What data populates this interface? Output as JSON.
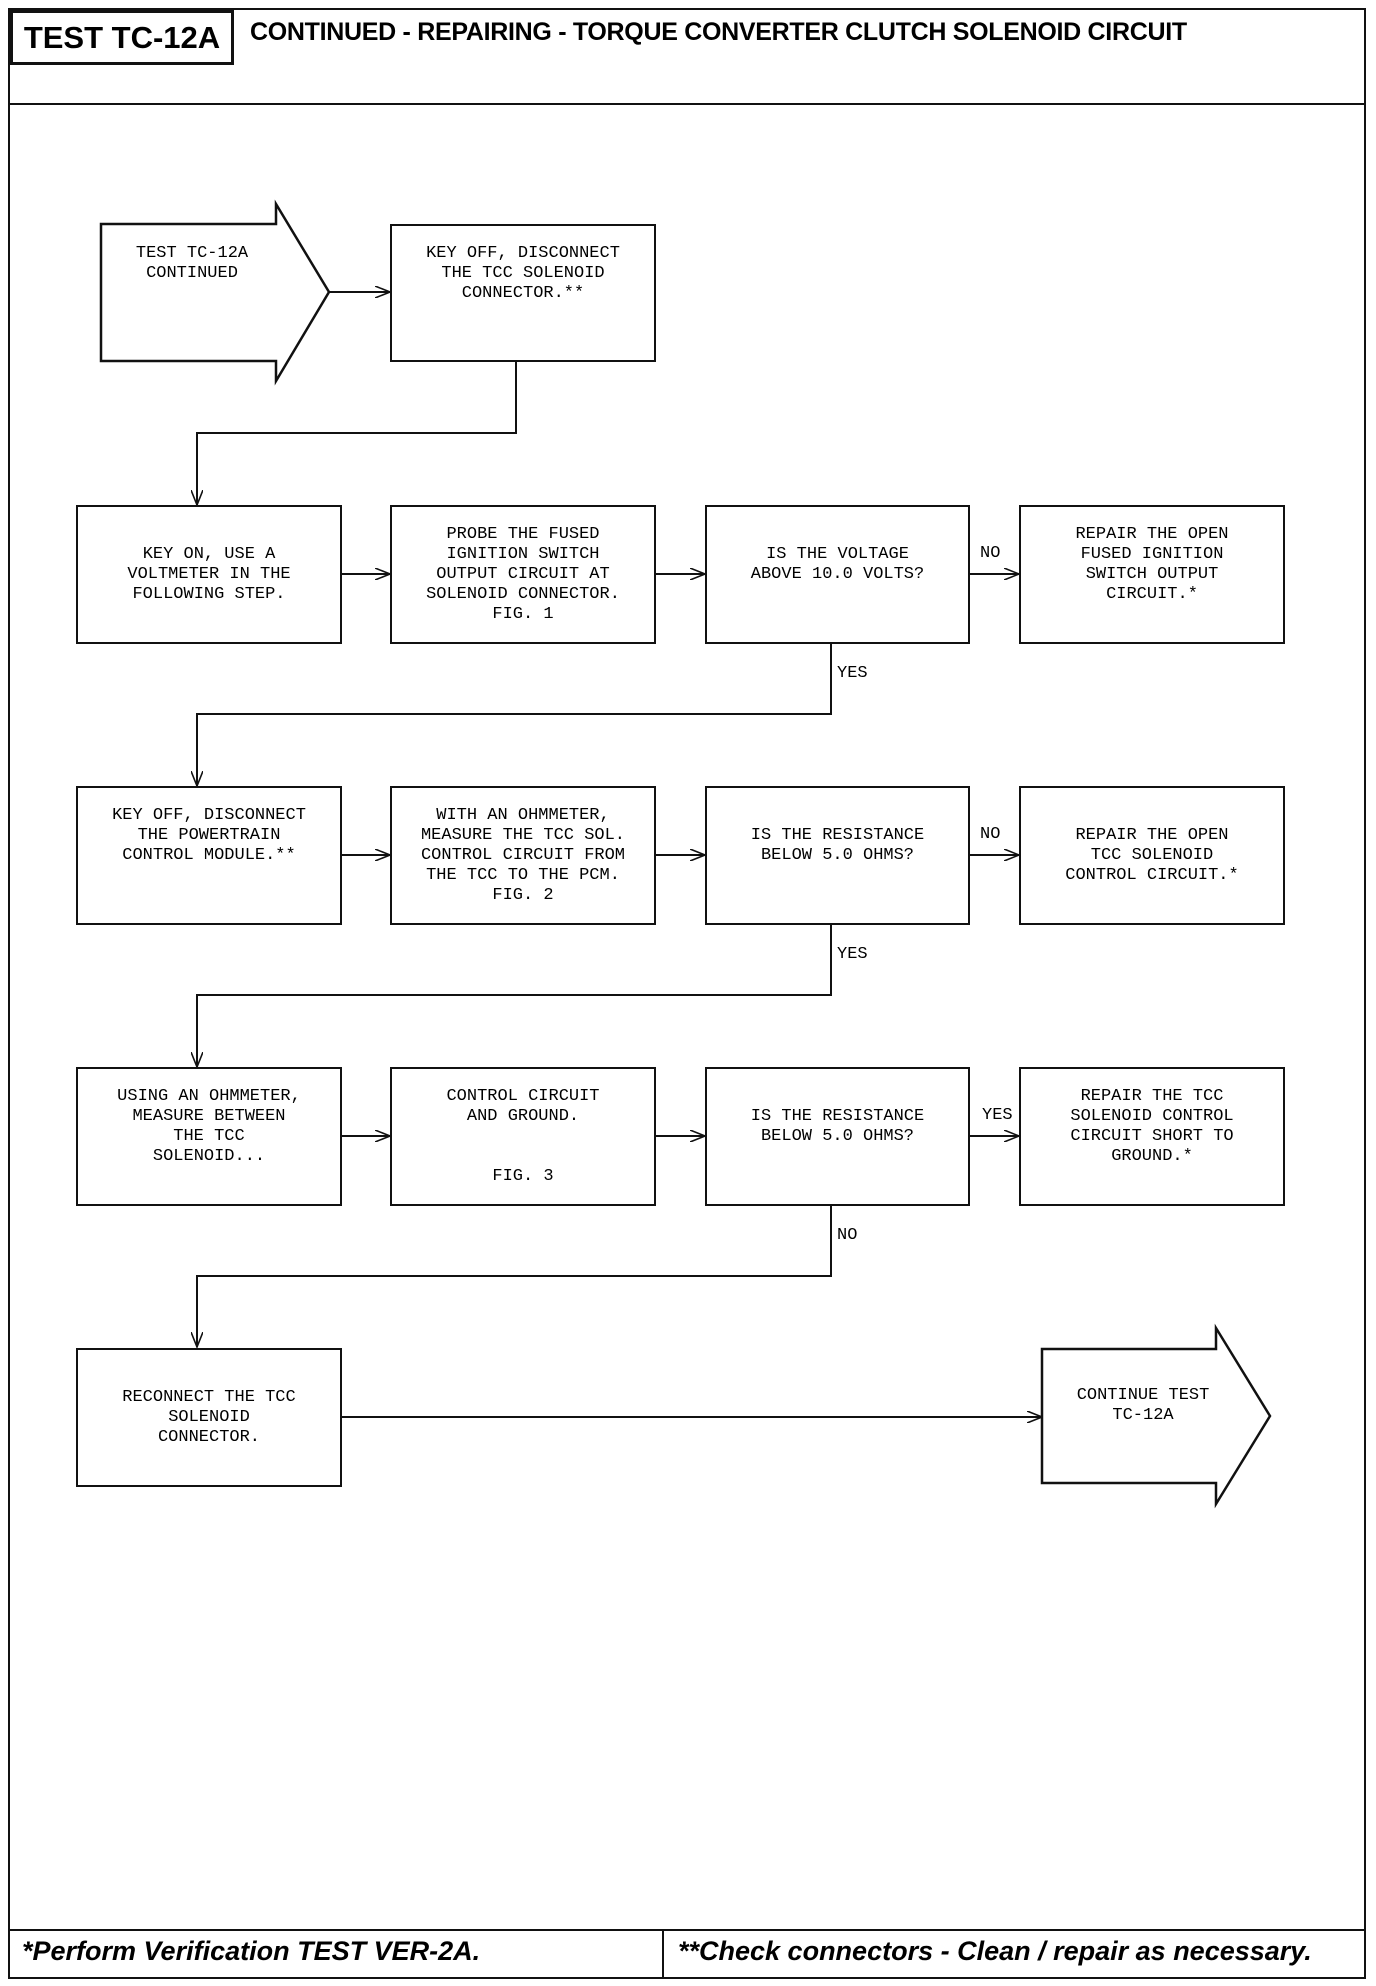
{
  "header": {
    "test_id": "TEST TC-12A",
    "title": "CONTINUED - REPAIRING - TORQUE CONVERTER CLUTCH SOLENOID CIRCUIT"
  },
  "flow": {
    "start": "TEST TC-12A\nCONTINUED",
    "step1": "KEY OFF, DISCONNECT\nTHE TCC SOLENOID\nCONNECTOR.**",
    "row1": {
      "a": "KEY ON, USE A\nVOLTMETER IN THE\nFOLLOWING STEP.",
      "b": "PROBE THE FUSED\nIGNITION SWITCH\nOUTPUT CIRCUIT AT\nSOLENOID CONNECTOR.\nFIG. 1",
      "c": "IS THE VOLTAGE\nABOVE 10.0 VOLTS?",
      "d": "REPAIR THE OPEN\nFUSED IGNITION\nSWITCH OUTPUT\nCIRCUIT.*"
    },
    "row2": {
      "a": "KEY OFF, DISCONNECT\nTHE POWERTRAIN\nCONTROL MODULE.**",
      "b": "WITH AN OHMMETER,\nMEASURE THE TCC SOL.\nCONTROL CIRCUIT FROM\nTHE TCC TO THE PCM.\nFIG. 2",
      "c": "IS THE RESISTANCE\nBELOW 5.0 OHMS?",
      "d": "REPAIR THE OPEN\nTCC SOLENOID\nCONTROL CIRCUIT.*"
    },
    "row3": {
      "a": "USING AN OHMMETER,\nMEASURE BETWEEN\nTHE TCC\nSOLENOID...",
      "b": "CONTROL CIRCUIT\nAND GROUND.\n\n\nFIG. 3",
      "c": "IS THE RESISTANCE\nBELOW 5.0 OHMS?",
      "d": "REPAIR THE TCC\nSOLENOID CONTROL\nCIRCUIT SHORT TO\nGROUND.*"
    },
    "final": "RECONNECT THE TCC\nSOLENOID\nCONNECTOR.",
    "end": "CONTINUE TEST\nTC-12A",
    "labels": {
      "no1": "NO",
      "yes1": "YES",
      "no2": "NO",
      "yes2": "YES",
      "yes3": "YES",
      "no3": "NO"
    }
  },
  "footer": {
    "left": "*Perform Verification TEST VER-2A.",
    "right": "**Check connectors - Clean / repair as necessary."
  }
}
